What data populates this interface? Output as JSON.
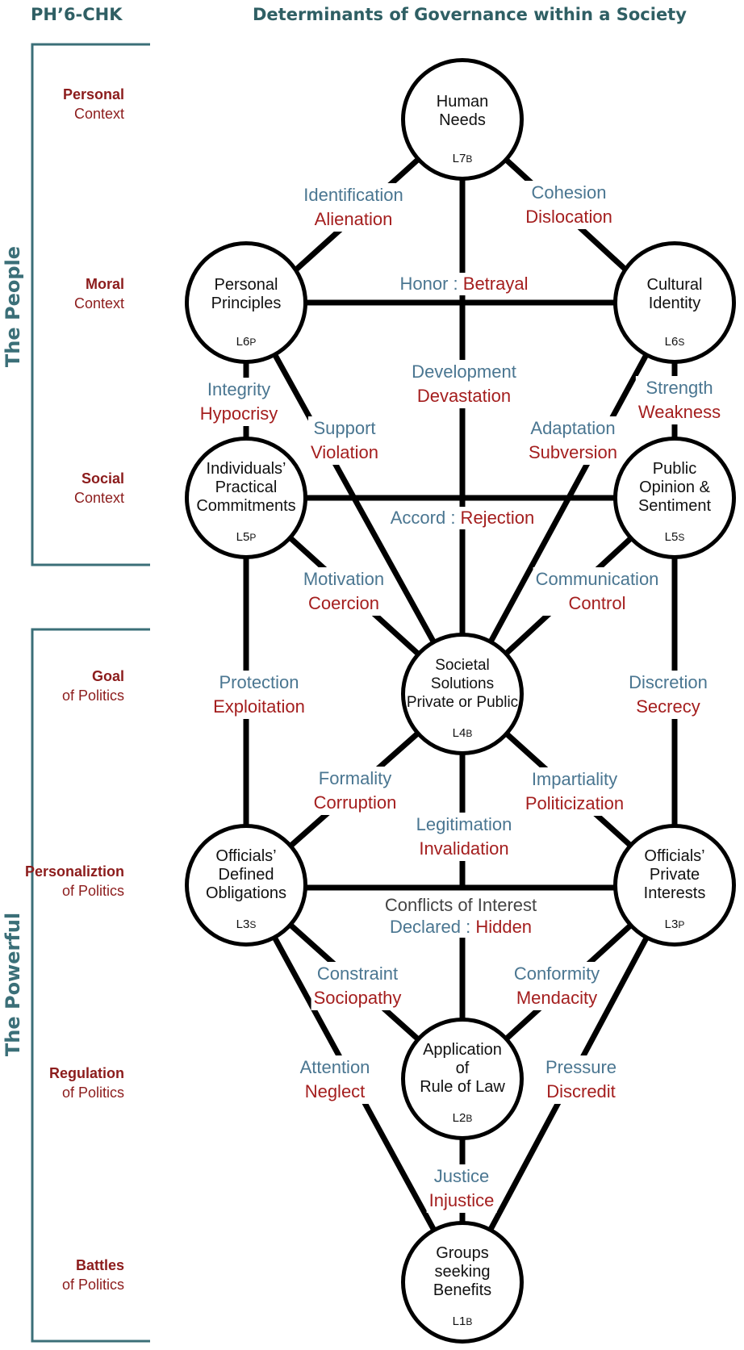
{
  "header": {
    "code": "PH’6-CHK",
    "title": "Determinants of Governance within a Society"
  },
  "sides": {
    "people": "The People",
    "powerful": "The Powerful"
  },
  "contexts": [
    {
      "bold": "Personal",
      "normal": "Context"
    },
    {
      "bold": "Moral",
      "normal": "Context"
    },
    {
      "bold": "Social",
      "normal": "Context"
    },
    {
      "bold": "Goal",
      "normal": "of Politics"
    },
    {
      "bold": "Personaliztion",
      "normal": "of Politics"
    },
    {
      "bold": "Regulation",
      "normal": "of Politics"
    },
    {
      "bold": "Battles",
      "normal": "of Politics"
    }
  ],
  "nodes": {
    "human_needs": {
      "text": "Human\nNeeds",
      "code": "L7B"
    },
    "personal_principles": {
      "text": "Personal\nPrinciples",
      "code": "L6P"
    },
    "cultural_identity": {
      "text": "Cultural\nIdentity",
      "code": "L6S"
    },
    "practical_commitments": {
      "text": "Individuals’\nPractical\nCommitments",
      "code": "L5P"
    },
    "public_opinion": {
      "text": "Public\nOpinion &\nSentiment",
      "code": "L5S"
    },
    "societal_solutions": {
      "text": "Societal\nSolutions\nPrivate or Public",
      "code": "L4B"
    },
    "defined_obligations": {
      "text": "Officials’\nDefined\nObligations",
      "code": "L3S"
    },
    "private_interests": {
      "text": "Officials’\nPrivate\nInterests",
      "code": "L3P"
    },
    "rule_of_law": {
      "text": "Application\nof\nRule of Law",
      "code": "L2B"
    },
    "groups_benefits": {
      "text": "Groups\nseeking\nBenefits",
      "code": "L1B"
    }
  },
  "pairs": {
    "identification": {
      "pos": "Identification",
      "neg": "Alienation"
    },
    "cohesion": {
      "pos": "Cohesion",
      "neg": "Dislocation"
    },
    "development": {
      "pos": "Development",
      "neg": "Devastation"
    },
    "integrity": {
      "pos": "Integrity",
      "neg": "Hypocrisy"
    },
    "strength": {
      "pos": "Strength",
      "neg": "Weakness"
    },
    "support": {
      "pos": "Support",
      "neg": "Violation"
    },
    "adaptation": {
      "pos": "Adaptation",
      "neg": "Subversion"
    },
    "motivation": {
      "pos": "Motivation",
      "neg": "Coercion"
    },
    "communication": {
      "pos": "Communication",
      "neg": "Control"
    },
    "protection": {
      "pos": "Protection",
      "neg": "Exploitation"
    },
    "discretion": {
      "pos": "Discretion",
      "neg": "Secrecy"
    },
    "formality": {
      "pos": "Formality",
      "neg": "Corruption"
    },
    "impartiality": {
      "pos": "Impartiality",
      "neg": "Politicization"
    },
    "legitimation": {
      "pos": "Legitimation",
      "neg": "Invalidation"
    },
    "constraint": {
      "pos": "Constraint",
      "neg": "Sociopathy"
    },
    "conformity": {
      "pos": "Conformity",
      "neg": "Mendacity"
    },
    "attention": {
      "pos": "Attention",
      "neg": "Neglect"
    },
    "pressure": {
      "pos": "Pressure",
      "neg": "Discredit"
    },
    "justice": {
      "pos": "Justice",
      "neg": "Injustice"
    }
  },
  "inline": {
    "honor": {
      "pos": "Honor",
      "sep": " : ",
      "neg": "Betrayal"
    },
    "accord": {
      "pos": "Accord",
      "sep": " : ",
      "neg": "Rejection"
    },
    "declared": {
      "pos": "Declared",
      "sep": " : ",
      "neg": "Hidden"
    }
  },
  "conflicts_title": "Conflicts of Interest",
  "colors": {
    "positive": "#4a7691",
    "negative": "#a41e1e",
    "context": "#8c1c1c",
    "header": "#2f5f64",
    "line": "#000000"
  }
}
